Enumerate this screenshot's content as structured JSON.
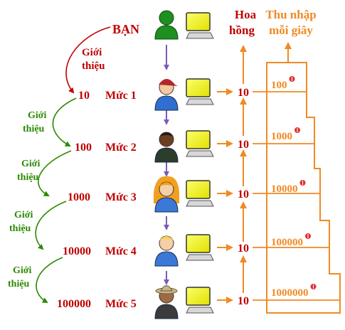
{
  "you_label": "BẠN",
  "header": {
    "commission_line1": "Hoa",
    "commission_line2": "hồng",
    "income_line1": "Thu nhập",
    "income_line2": "mỗi giây"
  },
  "referral_labels": [
    {
      "line1": "Giới",
      "line2": "thiệu"
    },
    {
      "line1": "Giới",
      "line2": "thiệu"
    },
    {
      "line1": "Giới",
      "line2": "thiệu"
    },
    {
      "line1": "Giới",
      "line2": "thiệu"
    },
    {
      "line1": "Giới",
      "line2": "thiệu"
    }
  ],
  "levels": [
    {
      "count": "10",
      "level": "Mức 1",
      "commission": "10",
      "income": "100",
      "avatar": "user-red-cap-icon"
    },
    {
      "count": "100",
      "level": "Mức 2",
      "commission": "10",
      "income": "1000",
      "avatar": "user-dark-suit-icon"
    },
    {
      "count": "1000",
      "level": "Mức 3",
      "commission": "10",
      "income": "10000",
      "avatar": "user-blonde-woman-icon"
    },
    {
      "count": "10000",
      "level": "Mức 4",
      "commission": "10",
      "income": "100000",
      "avatar": "user-blonde-man-icon"
    },
    {
      "count": "100000",
      "level": "Mức 5",
      "commission": "10",
      "income": "1000000",
      "avatar": "user-hat-icon"
    }
  ],
  "colors": {
    "red": "#c00000",
    "green": "#2a8a00",
    "orange": "#f08a24",
    "purple": "#7a5cb8",
    "monitor": "#f4f000"
  }
}
